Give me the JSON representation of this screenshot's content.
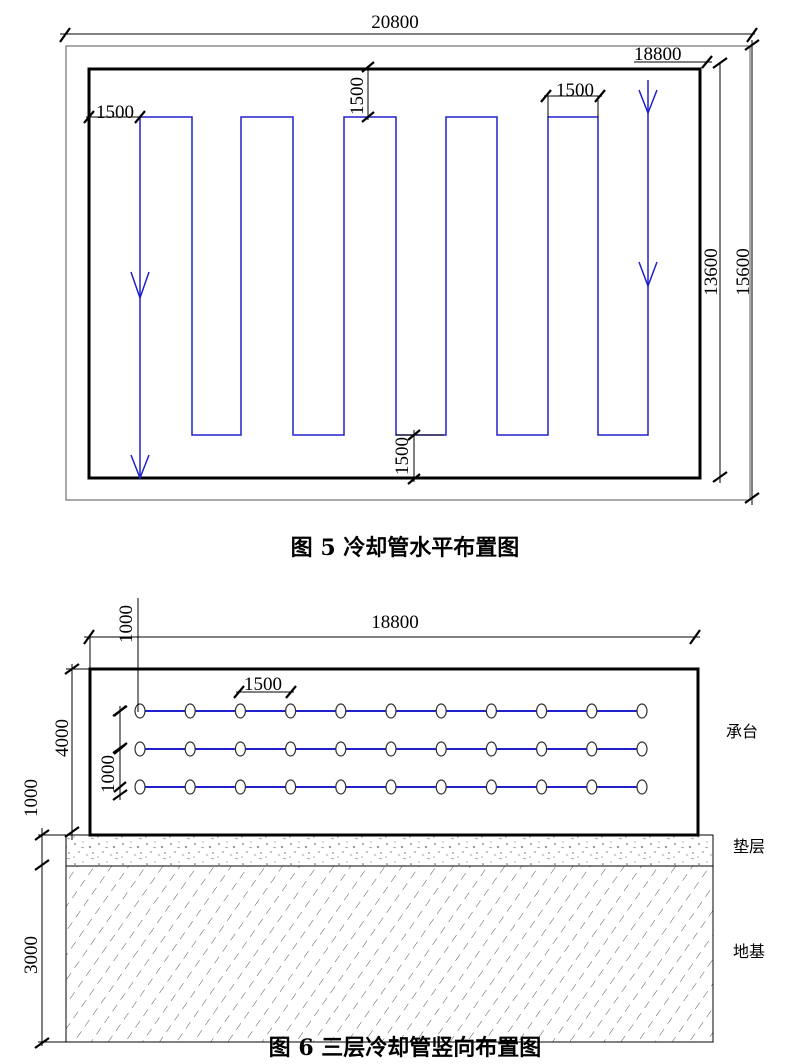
{
  "figure5": {
    "caption": "图 5 冷却管水平布置图",
    "dims": {
      "outer_width": "20800",
      "inner_width": "18800",
      "outer_height": "15600",
      "inner_height": "13600",
      "edge_left": "1500",
      "edge_top": "1500",
      "spacing": "1500",
      "edge_bottom": "1500"
    }
  },
  "figure6": {
    "caption": "图 6 三层冷却管竖向布置图",
    "dims": {
      "width": "18800",
      "edge_left": "1000",
      "spacing": "1500",
      "cap_height": "4000",
      "layer_spacing": "1000",
      "cushion_height": "1000",
      "foundation_height": "3000"
    },
    "labels": {
      "cap": "承台",
      "cushion": "垫层",
      "foundation": "地基"
    },
    "pipe_layers": 3,
    "pipes_per_layer": 11
  }
}
